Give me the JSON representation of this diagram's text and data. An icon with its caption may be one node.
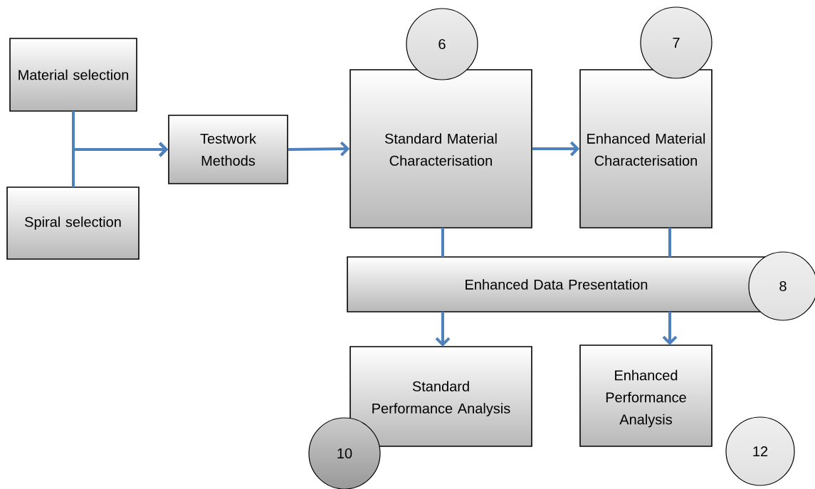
{
  "diagram": {
    "nodes": [
      {
        "text": [
          "Material selection"
        ]
      },
      {
        "text": [
          "Spiral selection"
        ]
      },
      {
        "text": [
          "Testwork Methods"
        ]
      },
      {
        "text": [
          "Standard Material Characterisation"
        ]
      },
      {
        "text": [
          "Enhanced Material Characterisation"
        ]
      },
      {
        "text": [
          "Enhanced Data Presentation"
        ]
      },
      {
        "text": [
          "Standard Performance Analysis"
        ]
      },
      {
        "text": [
          "Enhanced Performance Analysis"
        ]
      },
      {
        "text": [
          "6"
        ]
      },
      {
        "text": [
          "7"
        ]
      },
      {
        "text": [
          "8"
        ]
      },
      {
        "text": [
          "10"
        ]
      },
      {
        "text": [
          "12"
        ]
      }
    ],
    "edges": [
      {
        "from": 0,
        "to": 2,
        "arrow": "to"
      },
      {
        "from": 1,
        "to": 2,
        "arrow": "to"
      },
      {
        "from": 2,
        "to": 3,
        "arrow": "to"
      },
      {
        "from": 3,
        "to": 4,
        "arrow": "to"
      },
      {
        "from": 3,
        "to": 5,
        "arrow": "none"
      },
      {
        "from": 4,
        "to": 5,
        "arrow": "none"
      },
      {
        "from": 5,
        "to": 6,
        "arrow": "to"
      },
      {
        "from": 5,
        "to": 7,
        "arrow": "to"
      }
    ]
  }
}
